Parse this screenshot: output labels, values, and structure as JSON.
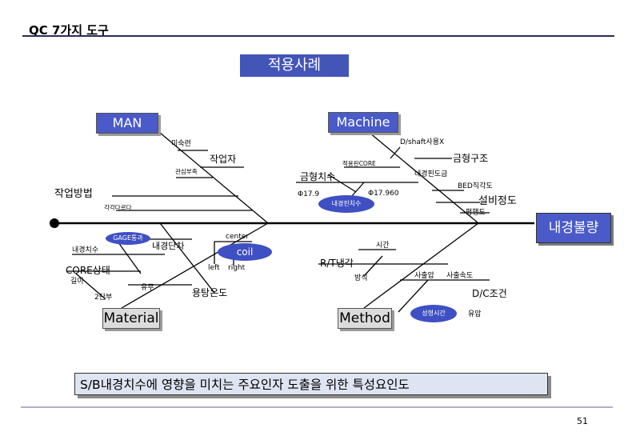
{
  "header": {
    "title": "QC 7가지 도구"
  },
  "section_title": "적용사례",
  "categories": {
    "man": "MAN",
    "machine": "Machine",
    "material": "Material",
    "method": "Method"
  },
  "effect": "내경불량",
  "causes": {
    "c01": "미숙련",
    "c02": "작업자",
    "c03": "관심부족",
    "c04": "작업방법",
    "c05": "각각다르다",
    "c06": "D/shaft사용X",
    "c07": "금형구조",
    "c08": "적용핀CORE",
    "c09": "금형치수",
    "c10": "내경핀도금",
    "c11": "BED직각도",
    "c12": "Φ17.9",
    "c13": "Φ17.960",
    "c14": "내경핀치수",
    "c15": "설비정도",
    "c16": "평행도",
    "c17": "GAGE통과",
    "c18": "내경단차",
    "c19": "내경치수",
    "c20": "CORE상태",
    "c21": "길이",
    "c22": "유무",
    "c23": "2단부",
    "c24": "center",
    "c25": "coil",
    "c26": "left",
    "c27": "right",
    "c28": "용탕온도",
    "c29": "시간",
    "c30": "R/T냉각",
    "c31": "방식",
    "c32": "사출압",
    "c33": "사출속도",
    "c34": "D/C조건",
    "c35": "성형시간",
    "c36": "유압"
  },
  "caption": "S/B내경치수에 영향을 미치는 주요인자 도출을 위한 특성요인도",
  "page_number": "51"
}
